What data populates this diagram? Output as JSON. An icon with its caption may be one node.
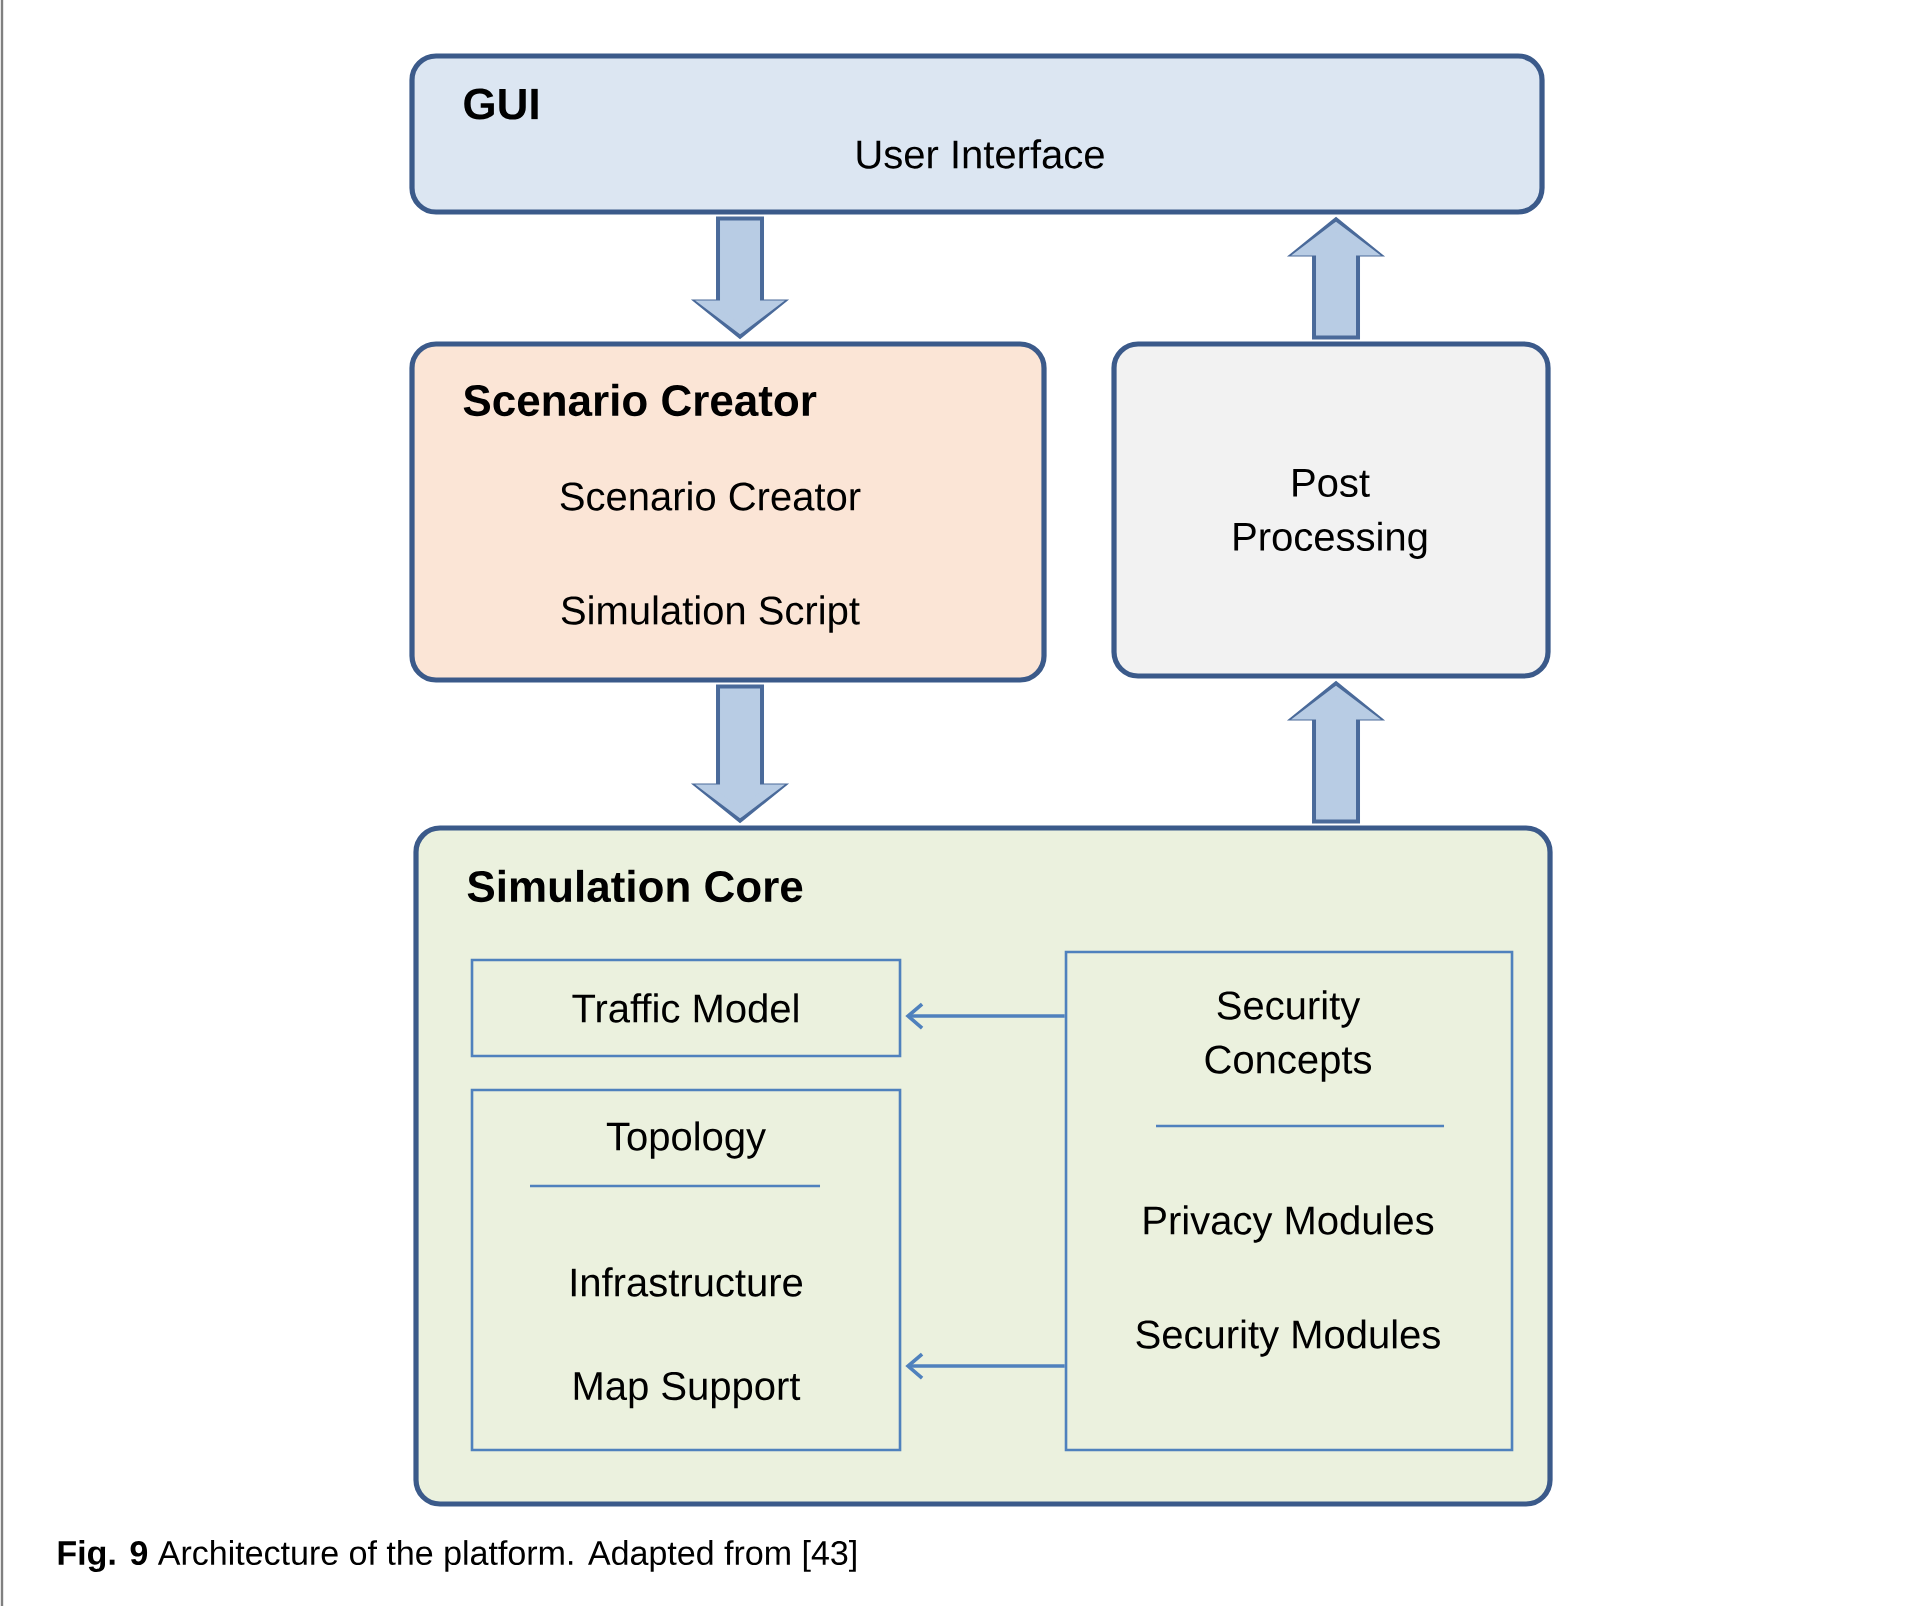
{
  "diagram": {
    "caption": "**Fig. 9**  Architecture of the platform. Adapted from [43]",
    "nodes": [
      {
        "text": [
          "GUI",
          "User Interface"
        ]
      },
      {
        "text": [
          "Scenario Creator",
          "Scenario Creator",
          "Simulation Script"
        ]
      },
      {
        "text": [
          "Post Processing"
        ]
      },
      {
        "text": [
          "Simulation Core"
        ]
      },
      {
        "text": [
          "Traffic Model"
        ],
        "in": 3
      },
      {
        "text": [
          "Topology",
          "Infrastructure",
          "Map Support"
        ],
        "in": 3
      },
      {
        "text": [
          "Security Concepts",
          "Privacy Modules",
          "Security Modules"
        ],
        "in": 3
      }
    ],
    "edges": [
      {
        "from": 0,
        "to": 1,
        "arrow": "to"
      },
      {
        "from": 1,
        "to": 3,
        "arrow": "to"
      },
      {
        "from": 3,
        "to": 2,
        "arrow": "to"
      },
      {
        "from": 2,
        "to": 0,
        "arrow": "to"
      },
      {
        "from": 6,
        "to": 4,
        "arrow": "to"
      },
      {
        "from": 6,
        "to": 5,
        "arrow": "to"
      }
    ]
  }
}
